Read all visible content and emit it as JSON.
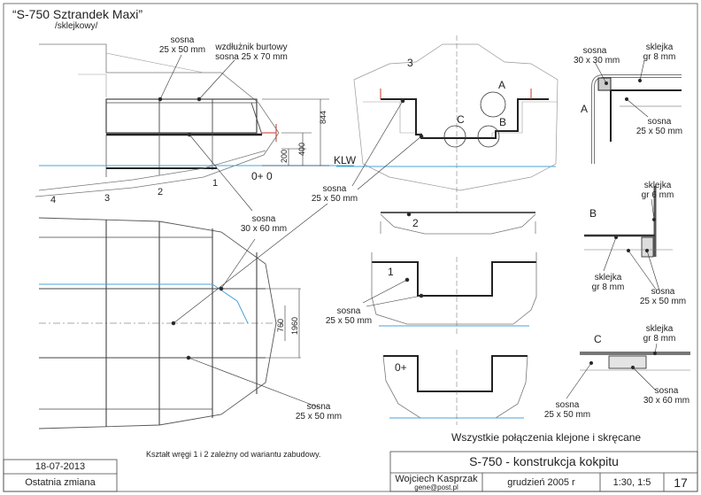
{
  "header": {
    "title": "“S-750 Sztrandek Maxi”",
    "subtitle": "/sklejkowy/"
  },
  "side_view": {
    "callout_sosna_top": [
      "sosna",
      "25 x 50 mm"
    ],
    "callout_wzdluznik": [
      "wzdłużnik burtowy",
      "sosna 25 x 70 mm"
    ],
    "frame_numbers": [
      "4",
      "3",
      "2",
      "1",
      "0+ 0"
    ],
    "dimensions": {
      "d844": "844",
      "d400": "400",
      "d200": "200"
    },
    "waterline_label": "KLW"
  },
  "plan_view": {
    "callout_sosna_3060": [
      "sosna",
      "30 x 60 mm"
    ],
    "callout_sosna_bottom": [
      "sosna",
      "25 x 50 mm"
    ],
    "dimensions": {
      "d760": "760",
      "d1960": "1960"
    }
  },
  "sections": {
    "top_number": "3",
    "detail_marks": [
      "A",
      "B",
      "C"
    ],
    "callout_sosna_mid": [
      "sosna",
      "25 x 50 mm"
    ],
    "frame2_number": "2",
    "frame1_number": "1",
    "callout_sosna_frame1": [
      "sosna",
      "25 x 50 mm"
    ],
    "frame0_number": "0+"
  },
  "details": {
    "A": {
      "mark": "A",
      "sosna_3030": [
        "sosna",
        "30 x 30 mm"
      ],
      "sklejka_8": [
        "sklejka",
        "gr 8 mm"
      ],
      "sosna_2550": [
        "sosna",
        "25 x 50 mm"
      ]
    },
    "B": {
      "mark": "B",
      "sklejka_6": [
        "sklejka",
        "gr 6 mm"
      ],
      "sklejka_8": [
        "sklejka",
        "gr 8 mm"
      ],
      "sosna_2550": [
        "sosna",
        "25 x 50 mm"
      ]
    },
    "C": {
      "mark": "C",
      "sklejka_8": [
        "sklejka",
        "gr 8 mm"
      ],
      "sosna_2550": [
        "sosna",
        "25 x 50 mm"
      ],
      "sosna_3060": [
        "sosna",
        "30 x 60 mm"
      ]
    }
  },
  "notes": {
    "joints": "Wszystkie połączenia klejone i skręcane",
    "frames": "Kształt wręgi 1 i 2 zależny od wariantu zabudowy."
  },
  "title_block": {
    "date": "18-07-2013",
    "last_change": "Ostatnia zmiana",
    "drawing_title": "S-750  - konstrukcja kokpitu",
    "author": "Wojciech Kasprzak",
    "email": "gene@post.pl",
    "month": "grudzień  2005 r",
    "scale": "1:30, 1:5",
    "sheet_number": "17"
  },
  "colors": {
    "line": "#333333",
    "waterline": "#4aa3d8",
    "accent_red": "#c0392b",
    "grey": "#9a9a9a"
  }
}
